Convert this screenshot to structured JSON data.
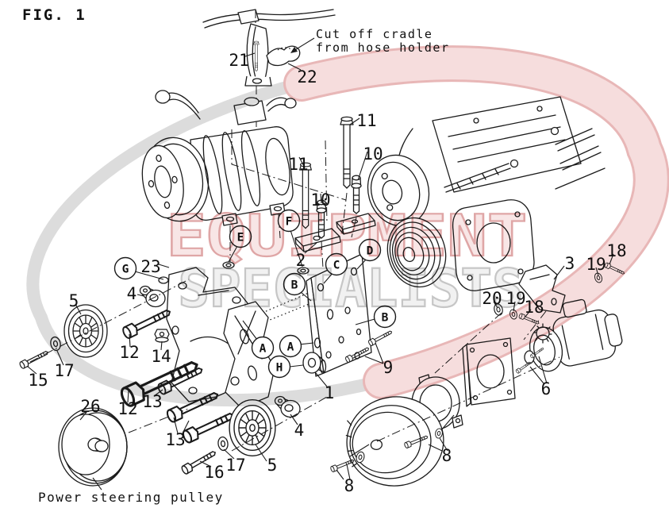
{
  "figure_label": "FIG. 1",
  "notes": {
    "cut_off_1": "Cut off cradle",
    "cut_off_2": "from hose holder",
    "power_steering": "Power steering pulley"
  },
  "watermark": {
    "word_top": "EQUIPMENT",
    "word_bottom": "SPECIALISTS",
    "pink_stroke": "#dfa6a6",
    "pink_fill": "#f8e6e6",
    "gray_stroke": "#c6c6c6",
    "gray_fill": "#f1f1f1",
    "swoosh_red": "#f3d6d6",
    "swoosh_gray": "#dcdcdc"
  },
  "line_color": "#1b1b1b",
  "labels": [
    {
      "t": "21"
    },
    {
      "t": "22"
    },
    {
      "t": "11"
    },
    {
      "t": "10"
    },
    {
      "t": "11"
    },
    {
      "t": "10"
    },
    {
      "t": "2"
    },
    {
      "t": "23"
    },
    {
      "t": "3"
    },
    {
      "t": "19"
    },
    {
      "t": "18"
    },
    {
      "t": "20"
    },
    {
      "t": "19"
    },
    {
      "t": "18"
    },
    {
      "t": "5"
    },
    {
      "t": "4"
    },
    {
      "t": "12"
    },
    {
      "t": "14"
    },
    {
      "t": "17"
    },
    {
      "t": "15"
    },
    {
      "t": "1"
    },
    {
      "t": "9"
    },
    {
      "t": "6"
    },
    {
      "t": "26"
    },
    {
      "t": "12"
    },
    {
      "t": "13"
    },
    {
      "t": "13"
    },
    {
      "t": "16"
    },
    {
      "t": "17"
    },
    {
      "t": "5"
    },
    {
      "t": "4"
    },
    {
      "t": "8"
    },
    {
      "t": "8"
    }
  ],
  "letters": [
    {
      "t": "A"
    },
    {
      "t": "A"
    },
    {
      "t": "B"
    },
    {
      "t": "B"
    },
    {
      "t": "C"
    },
    {
      "t": "D"
    },
    {
      "t": "E"
    },
    {
      "t": "F"
    },
    {
      "t": "G"
    },
    {
      "t": "H"
    }
  ]
}
